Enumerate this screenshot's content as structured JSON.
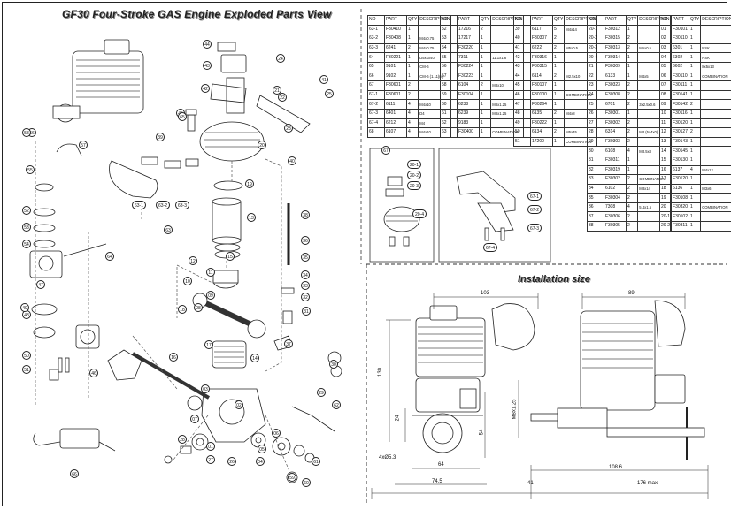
{
  "title": "GF30 Four-Stroke GAS Engine Exploded Parts View",
  "installation_title": "Installation size",
  "table_headers": [
    "NO",
    "PART",
    "QTY",
    "DESCRIPTION"
  ],
  "tables": [
    [
      [
        "63-1",
        "F30410",
        "1",
        ""
      ],
      [
        "63-2",
        "F30408",
        "1",
        "M4x0.75"
      ],
      [
        "63-3",
        "6241",
        "2",
        "M4x0.75"
      ],
      [
        "64",
        "F30221",
        "1",
        "D5x1x40"
      ],
      [
        "65",
        "9101",
        "1",
        "CM-6"
      ],
      [
        "66",
        "9102",
        "1",
        "CM-6 (1.11)(4)"
      ],
      [
        "67",
        "F30601",
        "2",
        ""
      ],
      [
        "67-1",
        "F30601",
        "2",
        ""
      ],
      [
        "67-2",
        "6111",
        "4",
        "M4x10"
      ],
      [
        "67-3",
        "6401",
        "4",
        "D4"
      ],
      [
        "67-4",
        "6212",
        "4",
        "M4"
      ],
      [
        "68",
        "6107",
        "4",
        "M4x10"
      ]
    ],
    [
      [
        "52",
        "17216",
        "2",
        ""
      ],
      [
        "53",
        "17217",
        "1",
        ""
      ],
      [
        "54",
        "F30220",
        "1",
        ""
      ],
      [
        "55",
        "7311",
        "1",
        "11.1x1.6"
      ],
      [
        "56",
        "F30224",
        "1",
        ""
      ],
      [
        "57",
        "F30223",
        "1",
        ""
      ],
      [
        "58",
        "6104",
        "2",
        "M3x10"
      ],
      [
        "59",
        "F30104",
        "1",
        ""
      ],
      [
        "60",
        "6238",
        "1",
        "M8x1.25"
      ],
      [
        "61",
        "6239",
        "1",
        "M8x1.25"
      ],
      [
        "62",
        "9183",
        "1",
        ""
      ],
      [
        "63",
        "F30400",
        "1",
        "COMBINATION"
      ]
    ],
    [
      [
        "39",
        "6117",
        "5",
        "M4x14"
      ],
      [
        "40",
        "F30307",
        "2",
        ""
      ],
      [
        "41",
        "6222",
        "2",
        "M5x0.5"
      ],
      [
        "42",
        "F30316",
        "1",
        ""
      ],
      [
        "43",
        "F30315",
        "1",
        ""
      ],
      [
        "44",
        "6114",
        "2",
        "M2.5x10"
      ],
      [
        "45",
        "F30107",
        "1",
        ""
      ],
      [
        "46",
        "F30100",
        "1",
        "COMBINATION"
      ],
      [
        "47",
        "F30264",
        "1",
        ""
      ],
      [
        "48",
        "6135",
        "2",
        "M4x8"
      ],
      [
        "49",
        "F30222",
        "1",
        ""
      ],
      [
        "50",
        "6134",
        "2",
        "M5x45"
      ],
      [
        "51",
        "17200",
        "1",
        "COMBINATION"
      ]
    ],
    [
      [
        "20-1",
        "F30312",
        "1",
        ""
      ],
      [
        "20-2",
        "F30315",
        "2",
        ""
      ],
      [
        "20-3",
        "F30313",
        "2",
        "M5x0.5"
      ],
      [
        "20-4",
        "F30314",
        "1",
        ""
      ],
      [
        "21",
        "F30309",
        "1",
        ""
      ],
      [
        "22",
        "6133",
        "1",
        "M4x5"
      ],
      [
        "23",
        "F30323",
        "2",
        ""
      ],
      [
        "24",
        "F30308",
        "2",
        ""
      ],
      [
        "25",
        "6701",
        "2",
        "3x2.5x0.6"
      ],
      [
        "26",
        "F30301",
        "1",
        ""
      ],
      [
        "27",
        "F30302",
        "2",
        ""
      ],
      [
        "28",
        "6314",
        "2",
        "M3 (5x4x0)"
      ],
      [
        "29",
        "F30303",
        "2",
        ""
      ],
      [
        "30",
        "6108",
        "4",
        "M3.5x8"
      ],
      [
        "31",
        "F30311",
        "1",
        ""
      ],
      [
        "32",
        "F30319",
        "1",
        ""
      ],
      [
        "33",
        "F30302",
        "2",
        "COMBINATION"
      ],
      [
        "34",
        "6102",
        "2",
        "M3x14"
      ],
      [
        "35",
        "F30304",
        "2",
        ""
      ],
      [
        "36",
        "7308",
        "4",
        "5.4x1.5"
      ],
      [
        "37",
        "F30306",
        "2",
        ""
      ],
      [
        "38",
        "F30305",
        "2",
        ""
      ]
    ],
    [
      [
        "01",
        "F30101",
        "1",
        ""
      ],
      [
        "02",
        "F30110",
        "1",
        ""
      ],
      [
        "03",
        "6301",
        "1",
        "NSK"
      ],
      [
        "04",
        "6302",
        "1",
        "NSK"
      ],
      [
        "05",
        "6602",
        "1",
        "8x5x13"
      ],
      [
        "06",
        "F30110",
        "1",
        "COMBINATION"
      ],
      [
        "07",
        "F30111",
        "1",
        ""
      ],
      [
        "08",
        "F30141",
        "1",
        ""
      ],
      [
        "09",
        "F30142",
        "2",
        ""
      ],
      [
        "10",
        "F30116",
        "1",
        ""
      ],
      [
        "11",
        "F30120",
        "1",
        ""
      ],
      [
        "12",
        "F30127",
        "2",
        ""
      ],
      [
        "13",
        "F30143",
        "1",
        ""
      ],
      [
        "14",
        "F30145",
        "1",
        ""
      ],
      [
        "15",
        "F30130",
        "1",
        ""
      ],
      [
        "16",
        "6137",
        "4",
        "M4x12"
      ],
      [
        "17",
        "F30120",
        "1",
        ""
      ],
      [
        "18",
        "6136",
        "1",
        "M3x6"
      ],
      [
        "19",
        "F30108",
        "1",
        ""
      ],
      [
        "20",
        "F30320",
        "1",
        "COMBINATION"
      ],
      [
        "20-1",
        "F30102",
        "1",
        ""
      ],
      [
        "20-2",
        "F30311",
        "1",
        ""
      ]
    ]
  ],
  "callouts": [
    "01",
    "02",
    "03",
    "04",
    "05",
    "06",
    "07",
    "08",
    "09",
    "10",
    "11",
    "12",
    "13",
    "14",
    "15",
    "16",
    "17",
    "18",
    "19",
    "20",
    "21",
    "22",
    "23",
    "24",
    "25",
    "26",
    "27",
    "28",
    "29",
    "30",
    "31",
    "32",
    "33",
    "34",
    "35",
    "36",
    "37",
    "38",
    "39",
    "40",
    "41",
    "42",
    "43",
    "44",
    "45",
    "46",
    "47",
    "48",
    "49",
    "50",
    "51",
    "52",
    "53",
    "54",
    "55",
    "56",
    "57",
    "58",
    "59",
    "60",
    "61",
    "62",
    "63",
    "64",
    "65",
    "66",
    "67",
    "63-1",
    "63-2",
    "63-3",
    "20-1",
    "20-2",
    "20-3",
    "20-4",
    "67-1",
    "67-2",
    "67-3",
    "67-4"
  ],
  "dimensions": {
    "d103": "103",
    "d89": "89",
    "d130": "130",
    "d24": "24",
    "m8": "M8x1.25",
    "d54": "54",
    "d64": "64",
    "d745": "74.5",
    "d1086": "108.6",
    "d41": "41",
    "d176": "176 max",
    "holes": "4xØ5.3"
  }
}
